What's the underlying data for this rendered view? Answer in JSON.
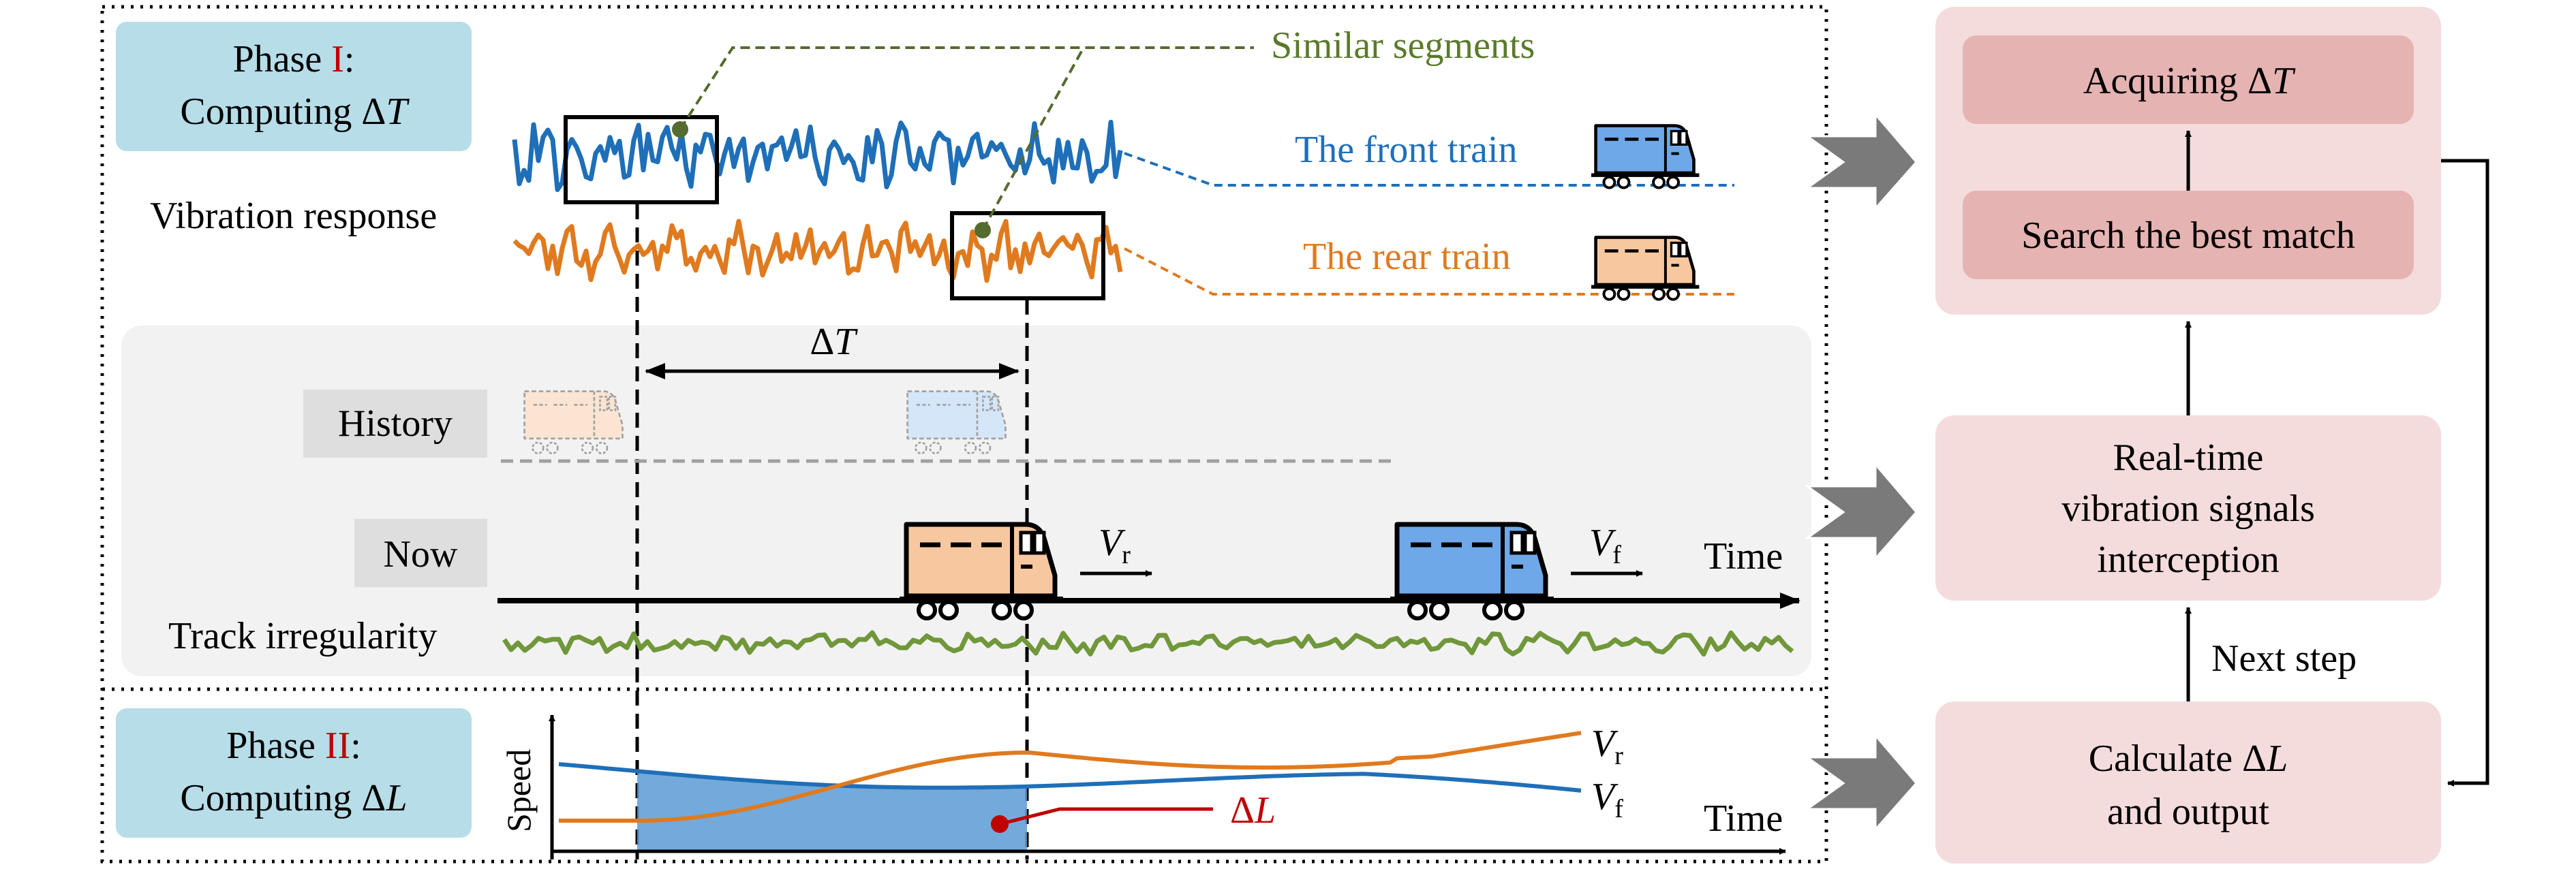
{
  "phase1": {
    "prefix": "Phase ",
    "numeral": "I",
    "suffix": ":",
    "line2_prefix": "Computing Δ",
    "line2_var": "T"
  },
  "phase2": {
    "prefix": "Phase ",
    "numeral": "II",
    "suffix": ":",
    "line2_prefix": "Computing Δ",
    "line2_var": "L"
  },
  "similar_segments": "Similar segments",
  "vibration_response": "Vibration response",
  "front_train": "The front train",
  "rear_train": "The rear train",
  "delta_t": {
    "prefix": "Δ",
    "var": "T"
  },
  "history": "History",
  "now": "Now",
  "track_irregularity": "Track irregularity",
  "time_label": "Time",
  "v_r": {
    "main": "V",
    "sub": "r"
  },
  "v_f": {
    "main": "V",
    "sub": "f"
  },
  "speed_label": "Speed",
  "delta_l": {
    "prefix": "Δ",
    "var": "L"
  },
  "flow": {
    "acquiring": {
      "prefix": "Acquiring Δ",
      "var": "T"
    },
    "search": "Search the best match",
    "realtime": [
      "Real-time",
      "vibration signals",
      "interception"
    ],
    "next_step": "Next step",
    "calculate": {
      "line1_prefix": "Calculate Δ",
      "line1_var": "L",
      "line2": "and output"
    }
  },
  "colors": {
    "front": "#1f6fb8",
    "rear": "#e07a1f",
    "track": "#70973a",
    "phase_box": "#b6dde8",
    "panel": "#f2f2f2",
    "flow_outer": "#f4dcdc",
    "flow_inner": "#e6b3b3",
    "area_fill": "#5b9bd5",
    "accent_red": "#c00000",
    "green_dot": "#556b2f"
  }
}
